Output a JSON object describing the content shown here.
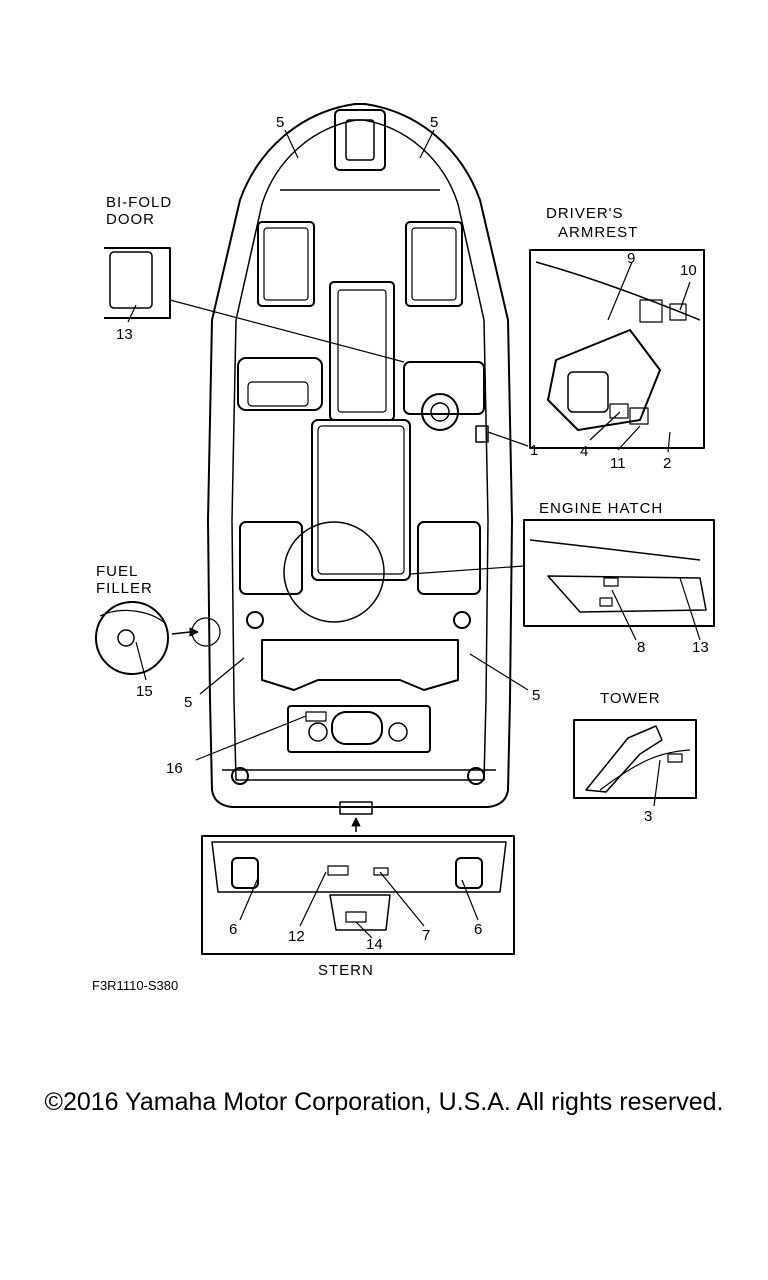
{
  "insets": {
    "bifold_door": [
      "BI-FOLD",
      "DOOR"
    ],
    "drivers_armrest": [
      "DRIVER'S",
      "ARMREST"
    ],
    "engine_hatch": "ENGINE HATCH",
    "fuel_filler": [
      "FUEL",
      "FILLER"
    ],
    "tower": "TOWER",
    "stern": "STERN"
  },
  "callouts": {
    "c5_tl": "5",
    "c5_tr": "5",
    "c13_bifold": "13",
    "c9": "9",
    "c10": "10",
    "c4": "4",
    "c11": "11",
    "c2": "2",
    "c1": "1",
    "c8": "8",
    "c13_hatch": "13",
    "c15": "15",
    "c5_bl": "5",
    "c5_br": "5",
    "c16": "16",
    "c3": "3",
    "c6_l": "6",
    "c12": "12",
    "c14": "14",
    "c7": "7",
    "c6_r": "6"
  },
  "figure_code": "F3R1110-S380",
  "copyright": "©2016 Yamaha Motor Corporation, U.S.A. All rights reserved."
}
